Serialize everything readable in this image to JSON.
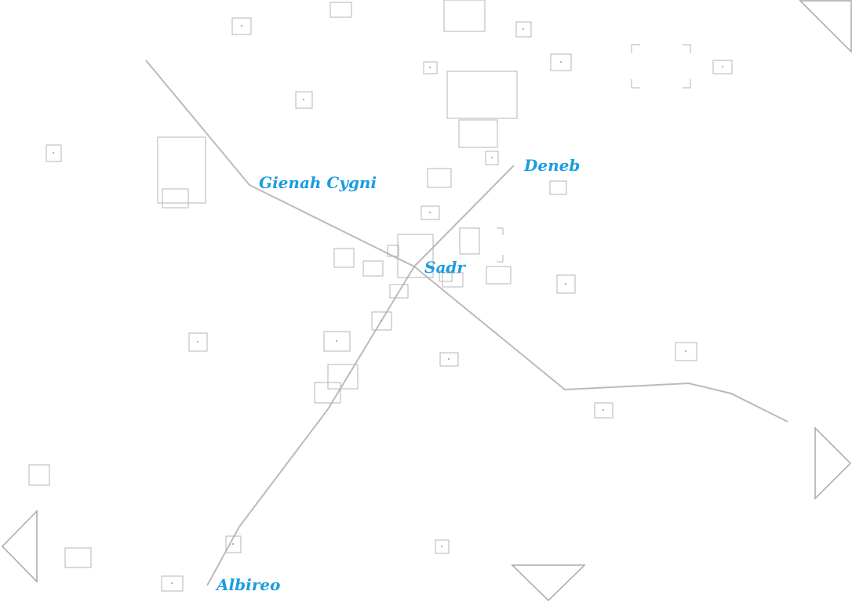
{
  "constellation": {
    "stars": [
      {
        "name": "Gienah Cygni"
      },
      {
        "name": "Deneb"
      },
      {
        "name": "Sadr"
      },
      {
        "name": "Albireo"
      }
    ]
  },
  "colors": {
    "label": "#1a9ce0",
    "line": "#c0b8b8",
    "marker": "#b4b4b4"
  },
  "navigation": {
    "arrows": [
      "pan-left-icon",
      "pan-right-icon",
      "pan-down-icon",
      "pan-up-right-icon"
    ]
  }
}
